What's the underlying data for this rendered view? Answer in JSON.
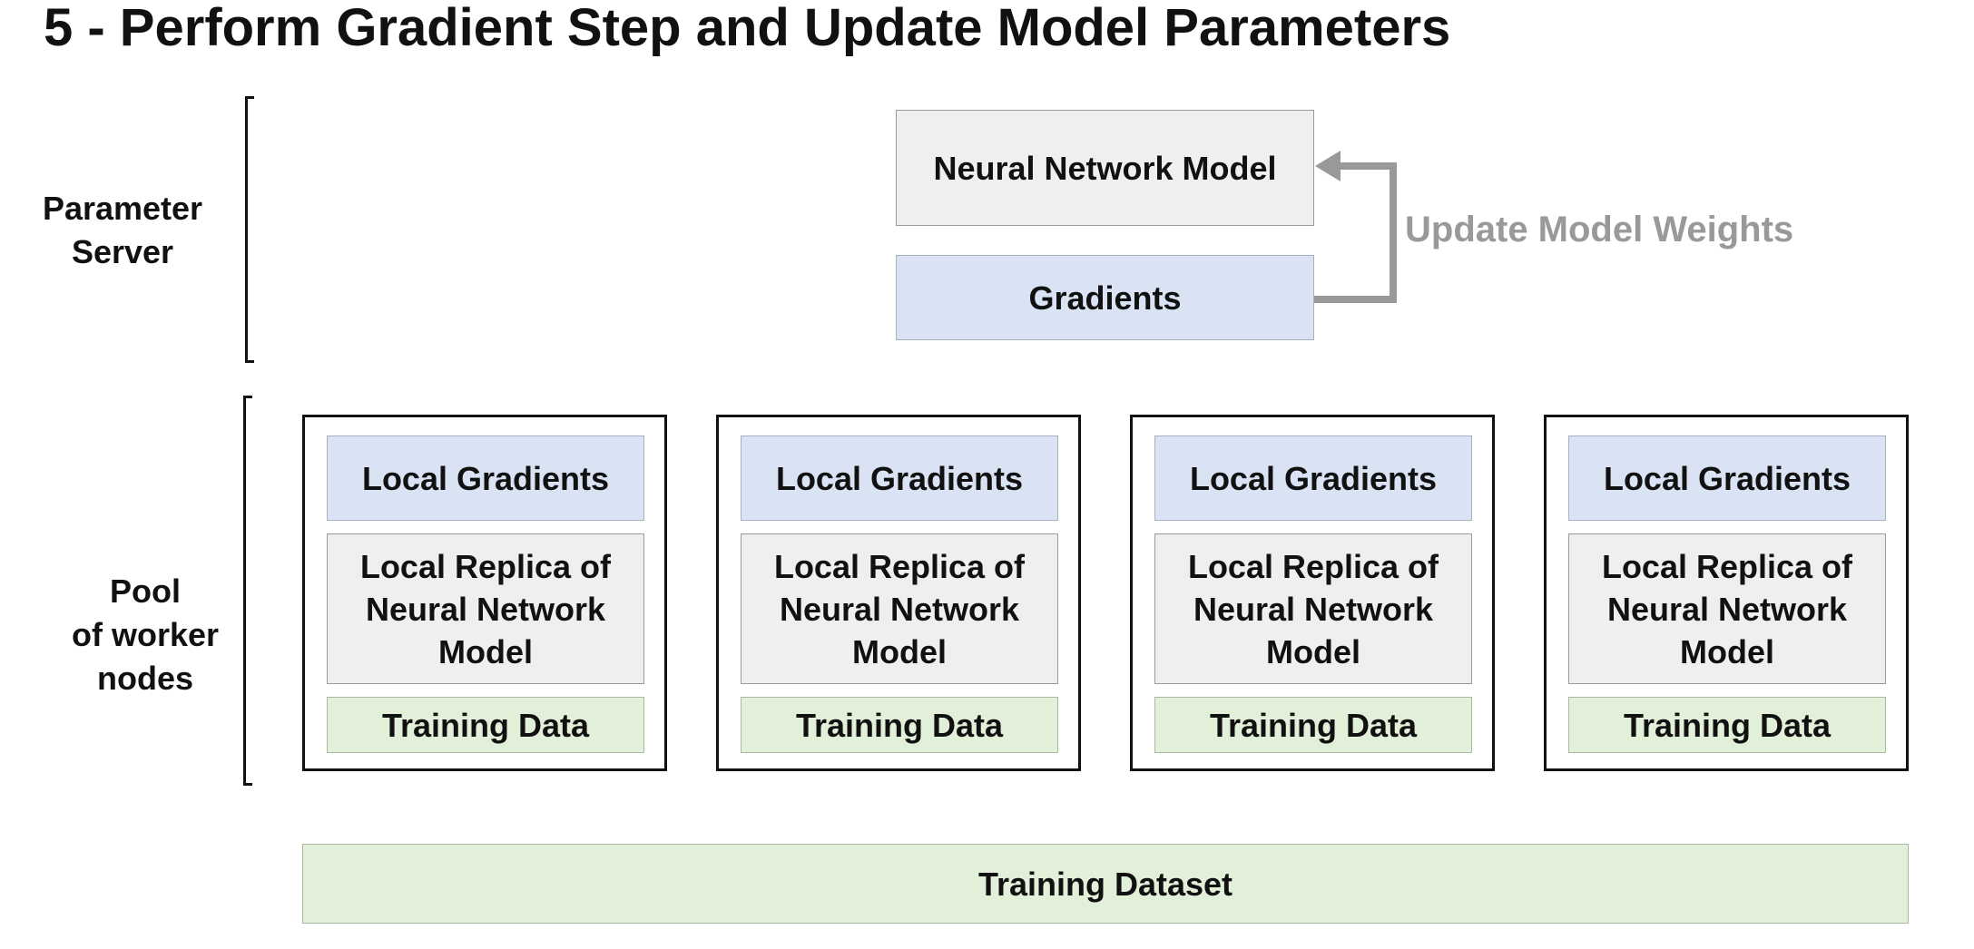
{
  "title": "5 - Perform Gradient Step and Update Model Parameters",
  "parameter_server": {
    "label_line1": "Parameter",
    "label_line2": "Server",
    "model_label": "Neural Network Model",
    "gradients_label": "Gradients",
    "update_label": "Update Model Weights"
  },
  "pool": {
    "label_line1": "Pool",
    "label_line2": "of worker",
    "label_line3": "nodes"
  },
  "workers": [
    {
      "local_gradients": "Local Gradients",
      "replica_line1": "Local Replica of",
      "replica_line2": "Neural Network",
      "replica_line3": "Model",
      "training_data": "Training Data"
    },
    {
      "local_gradients": "Local Gradients",
      "replica_line1": "Local Replica of",
      "replica_line2": "Neural Network",
      "replica_line3": "Model",
      "training_data": "Training Data"
    },
    {
      "local_gradients": "Local Gradients",
      "replica_line1": "Local Replica of",
      "replica_line2": "Neural Network",
      "replica_line3": "Model",
      "training_data": "Training Data"
    },
    {
      "local_gradients": "Local Gradients",
      "replica_line1": "Local Replica of",
      "replica_line2": "Neural Network",
      "replica_line3": "Model",
      "training_data": "Training Data"
    }
  ],
  "training_dataset": "Training Dataset",
  "colors": {
    "model_fill": "#efefef",
    "gradients_fill": "#dae3f3",
    "data_fill": "#e3f0d9",
    "arrow": "#999999"
  }
}
